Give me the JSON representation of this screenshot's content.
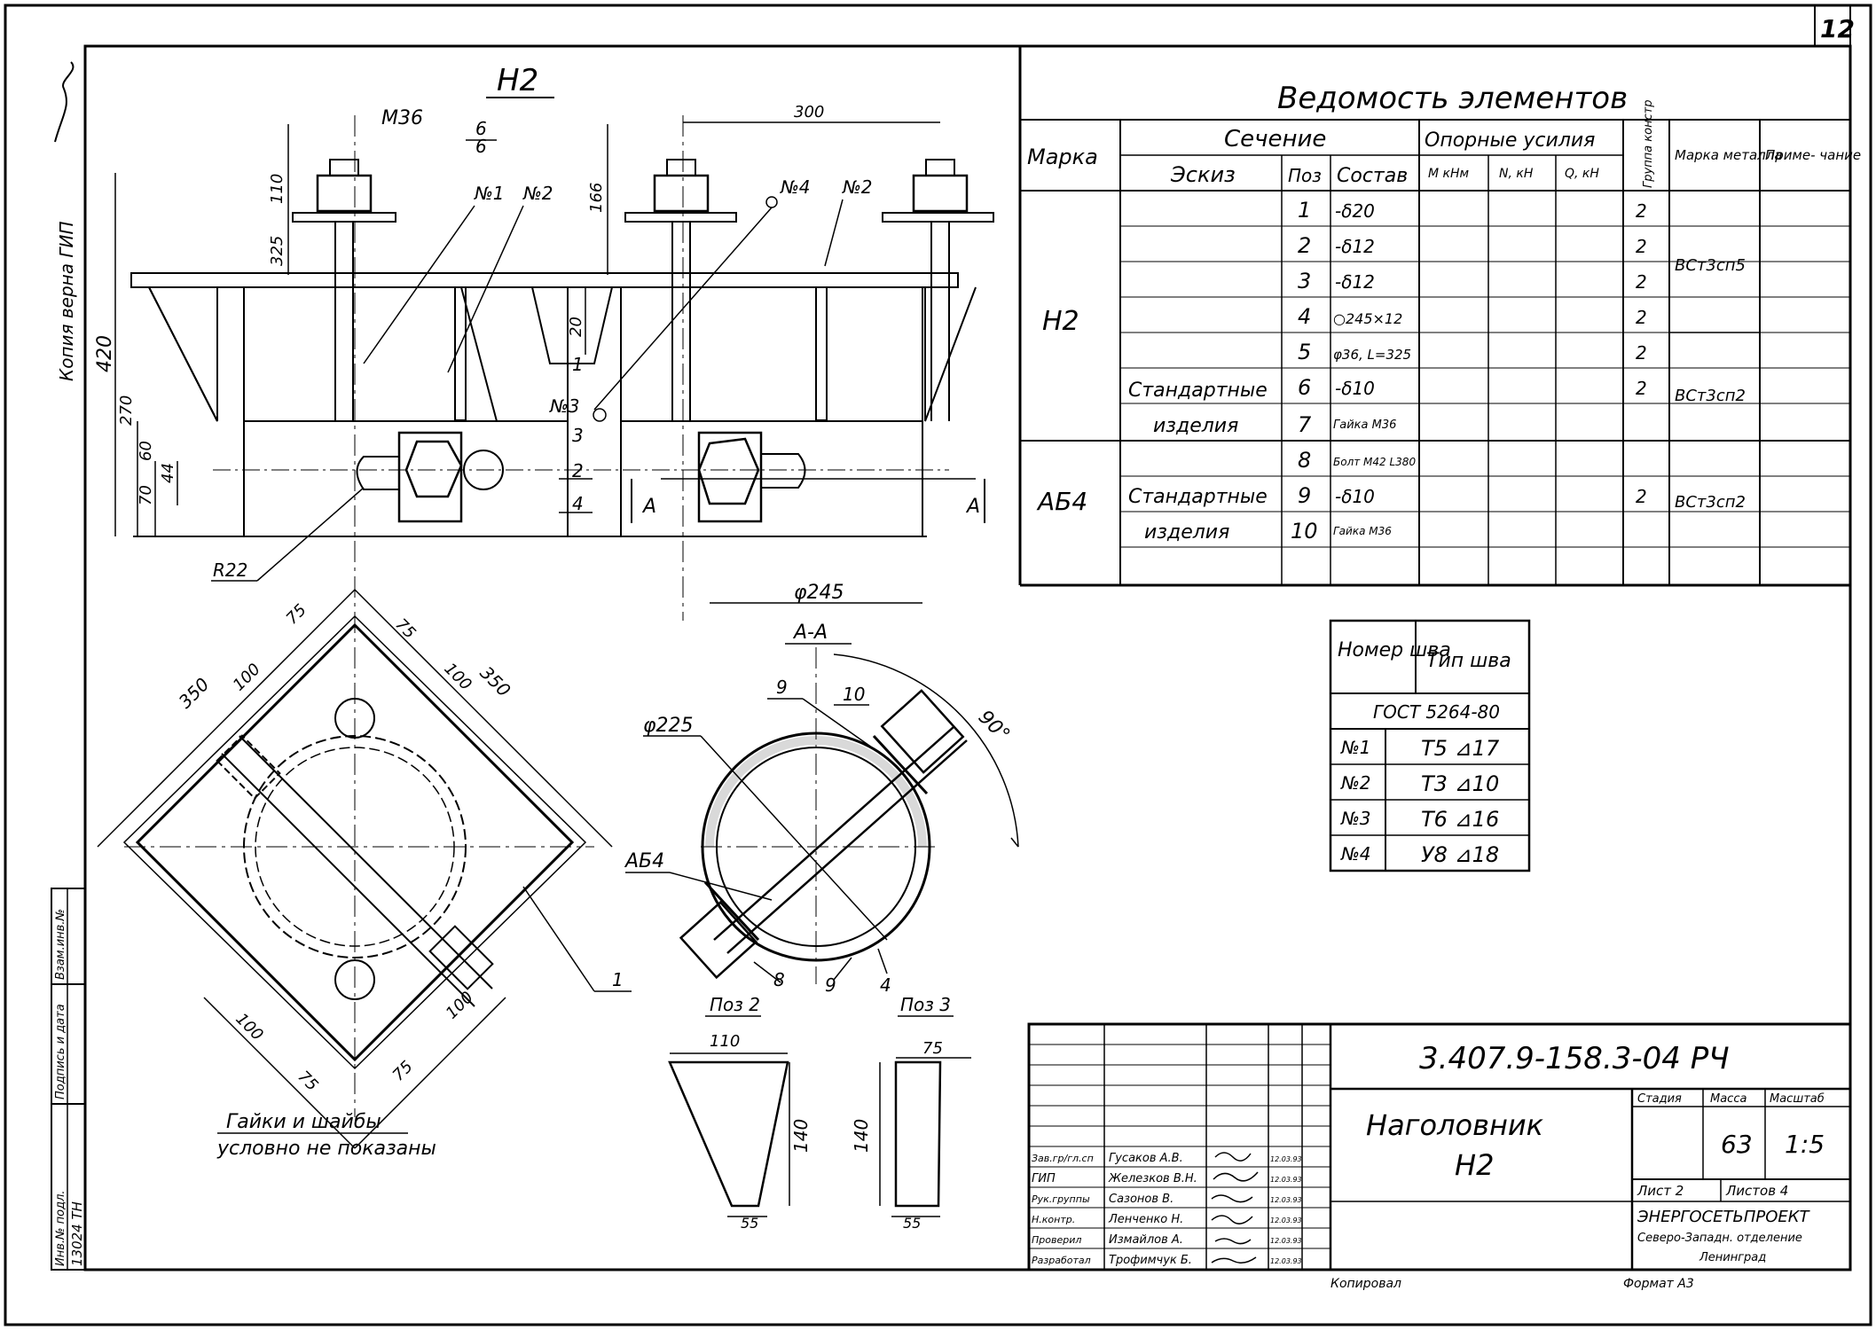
{
  "sheet": {
    "sheet_number": "12",
    "side_stamp": "Копия верна  ГИП"
  },
  "view_h2": {
    "title": "Н2",
    "dim_m36": "М36",
    "frac_num": "6",
    "frac_den": "6",
    "dim_110": "110",
    "dim_325": "325",
    "dim_166": "166",
    "dim_300": "300",
    "dim_420": "420",
    "dim_270": "270",
    "dim_60": "60",
    "dim_70": "70",
    "dim_44": "44",
    "dim_20": "20",
    "dim_245": "φ245",
    "weld_n1": "№1",
    "weld_n2": "№2",
    "weld_n2b": "№2",
    "weld_n3": "№3",
    "weld_n4": "№4",
    "pos_1": "1",
    "pos_2": "2",
    "pos_3": "3",
    "pos_4": "4",
    "section_a_left": "А",
    "section_a_right": "А",
    "radius": "R22"
  },
  "plan_view": {
    "dim_350_left": "350",
    "dim_350_right": "350",
    "dim_100_a": "100",
    "dim_100_b": "100",
    "dim_100_c": "100",
    "dim_100_d": "100",
    "dim_75_a": "75",
    "dim_75_b": "75",
    "dim_75_c": "75",
    "dim_75_d": "75",
    "pos_1": "1",
    "note_line1": "Гайки и шайбы",
    "note_line2": "условно не показаны"
  },
  "section_aa": {
    "title": "А-А",
    "dim_225": "φ225",
    "angle": "90°",
    "pos_9a": "9",
    "pos_10": "10",
    "label_ab4": "АБ4",
    "pos_8": "8",
    "pos_9b": "9",
    "pos_4": "4"
  },
  "details": {
    "poz2_title": "Поз 2",
    "poz2_top": "110",
    "poz2_height": "140",
    "poz2_bottom": "55",
    "poz3_title": "Поз 3",
    "poz3_top": "75",
    "poz3_height": "140",
    "poz3_bottom": "55"
  },
  "elements_table": {
    "title": "Ведомость элементов",
    "h_marka": "Марка",
    "h_sechenie": "Сечение",
    "h_eskiz": "Эскиз",
    "h_poz": "Поз",
    "h_sostav": "Состав",
    "h_opornye": "Опорные усилия",
    "h_m": "М кНм",
    "h_n": "N, кН",
    "h_q": "Q, кН",
    "h_gruppa": "Группа констр",
    "h_marka_metalla": "Марка металла",
    "h_primechanie": "Приме- чание",
    "marka_h2": "Н2",
    "marka_ab4": "АБ4",
    "rows": [
      {
        "eskiz": "",
        "poz": "1",
        "sostav": "-δ20",
        "group": "2"
      },
      {
        "eskiz": "",
        "poz": "2",
        "sostav": "-δ12",
        "group": "2"
      },
      {
        "eskiz": "",
        "poz": "3",
        "sostav": "-δ12",
        "group": "2"
      },
      {
        "eskiz": "",
        "poz": "4",
        "sostav": "○245×12",
        "group": "2"
      },
      {
        "eskiz": "",
        "poz": "5",
        "sostav": "φ36, L=325",
        "group": "2"
      },
      {
        "eskiz": "Стандартные",
        "poz": "6",
        "sostav": "-δ10",
        "group": "2"
      },
      {
        "eskiz": "изделия",
        "poz": "7",
        "sostav": "Гайка М36",
        "group": ""
      },
      {
        "eskiz": "",
        "poz": "8",
        "sostav": "Болт М42 L380",
        "group": ""
      },
      {
        "eskiz": "Стандартные",
        "poz": "9",
        "sostav": "-δ10",
        "group": "2"
      },
      {
        "eskiz": "изделия",
        "poz": "10",
        "sostav": "Гайка М36",
        "group": ""
      }
    ],
    "steel_1": "ВСт3сп5",
    "steel_2": "ВСт3сп2",
    "steel_3": "ВСт3сп2"
  },
  "weld_table": {
    "h_nomer": "Номер шва",
    "h_tip": "Тип шва",
    "gost": "ГОСТ 5264-80",
    "rows": [
      {
        "no": "№1",
        "type": "Т5 ⊿17"
      },
      {
        "no": "№2",
        "type": "Т3 ⊿10"
      },
      {
        "no": "№3",
        "type": "Т6 ⊿16"
      },
      {
        "no": "№4",
        "type": "У8 ⊿18"
      }
    ]
  },
  "title_block": {
    "code": "3.407.9-158.3-04 РЧ",
    "name_line1": "Наголовник",
    "name_line2": "Н2",
    "h_stadiya": "Стадия",
    "h_massa": "Масса",
    "h_masshtab": "Масштаб",
    "massa": "63",
    "masshtab": "1:5",
    "list": "Лист 2",
    "listov": "Листов 4",
    "org_line1": "ЭНЕРГОСЕТЬПРОЕКТ",
    "org_line2": "Северо-Западн. отделение",
    "org_line3": "Ленинград",
    "roles": [
      {
        "role": "Зав.гр/гл.сп",
        "name": "Гусаков А.В.",
        "date": "12.03.93"
      },
      {
        "role": "ГИП",
        "name": "Железков В.Н.",
        "date": "12.03.93"
      },
      {
        "role": "Рук.группы",
        "name": "Сазонов В.",
        "date": "12.03.93"
      },
      {
        "role": "Н.контр.",
        "name": "Ленченко Н.",
        "date": "12.03.93"
      },
      {
        "role": "Проверил",
        "name": "Измайлов А.",
        "date": "12.03.93"
      },
      {
        "role": "Разработал",
        "name": "Трофимчук Б.",
        "date": "12.03.93"
      }
    ],
    "kopiroval": "Копировал",
    "format": "Формат А3"
  },
  "side_block": {
    "inv_podl": "Инв.№ подл.",
    "podpis": "Подпись и дата",
    "vzam": "Взам.инв.№",
    "inv_value": "13024 ТН"
  }
}
